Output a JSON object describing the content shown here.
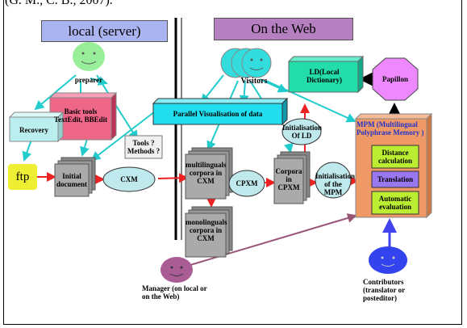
{
  "caption_top": "(G. M., C. B., 2007).",
  "headers": {
    "local": "local (server)",
    "web": "On the Web"
  },
  "nodes": {
    "preparer": "preparer",
    "visitors": "Visitors",
    "ld": "LD(Local Dictionary)",
    "papillon": "Papillon",
    "basic_tools": "Basic tools TextEdit, BBEdit",
    "recovery": "Recovery",
    "ftp": "ftp",
    "initial_document": "Initial document",
    "cxm": "CXM",
    "tools_methods": "Tools ? Methods ?",
    "parallel_vis": "Parallel Visualisation of data",
    "init_ld": "Initialisation Of LD",
    "multilingual_corpora": "multilinguals corpora in CXM",
    "monolingual_corpora": "monolinguals corpora in CXM",
    "cpxm": "CPXM",
    "corpora_cpxm": "Corpora in CPXM",
    "init_mpm": "Initialisation of the MPM",
    "mpm_title": "MPM (Multilingual Polyphrase Memory )",
    "distance": "Distance calculation",
    "translation": "Translation",
    "automatic_eval": "Automatic evaluation",
    "manager": "Manager (on local or on the Web)",
    "contributors": "Contributors (translator or posteditor)"
  },
  "colors": {
    "header_local": "#aab4f0",
    "header_web": "#b57fc0",
    "person_green": "#99ee99",
    "person_cyan": "#33dddd",
    "person_purple": "#aa5d95",
    "person_blue": "#3344ee",
    "ld_green": "#22ddaa",
    "papillon_magenta": "#ee88ff",
    "basic_tools_pink": "#ee6688",
    "recovery_cyan": "#bbeeee",
    "ftp_yellow": "#eeee33",
    "oval_cyan": "#bfe9ec",
    "parallel_cyan": "#22ddee",
    "mpm_orange": "#ee9966",
    "mpm_box_green": "#bbee33",
    "mpm_box_purple": "#9977ee",
    "arrow_red": "#ee2222",
    "arrow_cyan": "#22cccc",
    "arrow_purple": "#995577",
    "arrow_blue": "#4444ee",
    "doc_grey": "#999999"
  }
}
